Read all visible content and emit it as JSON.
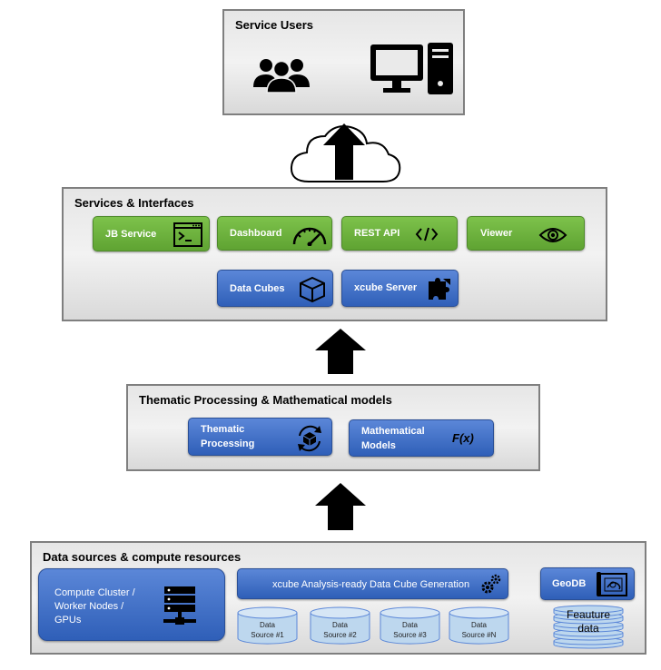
{
  "service_users": {
    "title": "Service Users",
    "icons": [
      "users-icon",
      "desktop-computer-icon"
    ]
  },
  "services": {
    "title": "Services & Interfaces",
    "green_items": [
      {
        "label": "JB Service",
        "icon": "terminal-window-icon"
      },
      {
        "label": "Dashboard",
        "icon": "speedometer-icon"
      },
      {
        "label": "REST API",
        "icon": "code-icon"
      },
      {
        "label": "Viewer",
        "icon": "eye-icon"
      }
    ],
    "blue_items": [
      {
        "label": "Data Cubes",
        "icon": "cube-icon"
      },
      {
        "label": "xcube Server",
        "icon": "puzzle-icon"
      }
    ]
  },
  "processing": {
    "title": "Thematic Processing & Mathematical models",
    "items": [
      {
        "label_line1": "Thematic",
        "label_line2": "Processing",
        "icon": "cycle-box-icon"
      },
      {
        "label_line1": "Mathematical",
        "label_line2": "Models",
        "icon": "fx-icon",
        "icon_text": "F(x)"
      }
    ]
  },
  "data_sources": {
    "title": "Data sources & compute resources",
    "compute": {
      "line1": "Compute Cluster /",
      "line2": "Worker Nodes /",
      "line3": "GPUs",
      "icon": "server-icon"
    },
    "generation": {
      "label": "xcube Analysis-ready Data Cube Generation",
      "icon": "gears-icon"
    },
    "sources": [
      {
        "line1": "Data",
        "line2": "Source #1"
      },
      {
        "line1": "Data",
        "line2": "Source #2"
      },
      {
        "line1": "Data",
        "line2": "Source #3"
      },
      {
        "line1": "Data",
        "line2": "Source #N"
      }
    ],
    "geodb": {
      "label": "GeoDB",
      "icon": "map-blueprint-icon"
    },
    "feature": {
      "line1": "Feauture",
      "line2": "data"
    }
  },
  "colors": {
    "green": "#6bb33d",
    "blue": "#3a6cc6",
    "panel_border": "#7f7f7f",
    "cylinder": "#bdd7ee"
  }
}
